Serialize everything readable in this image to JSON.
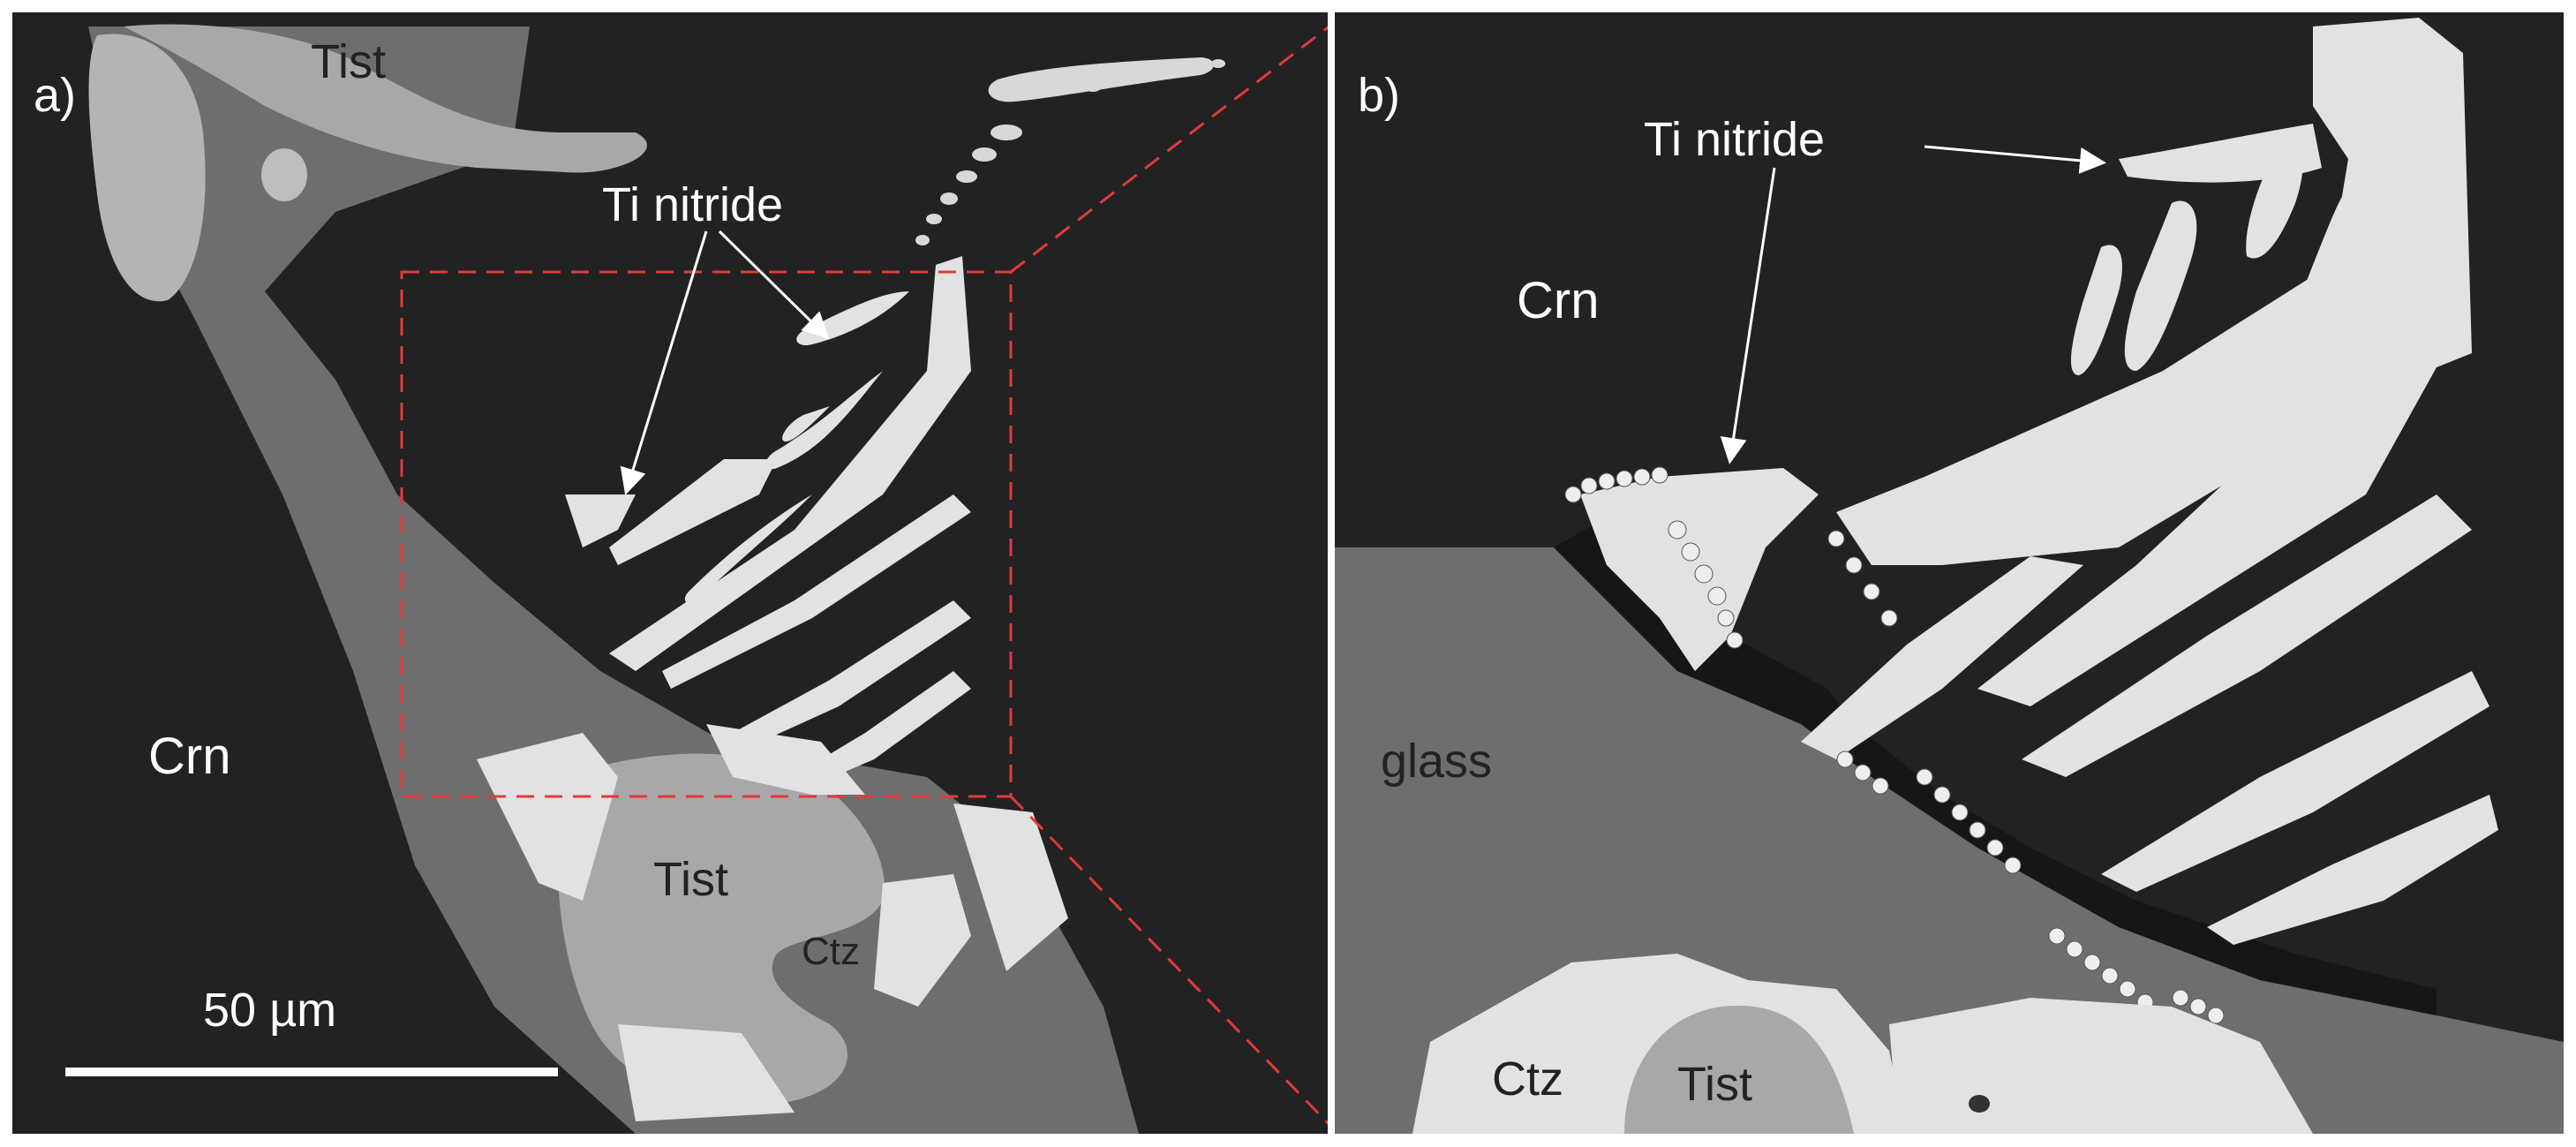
{
  "panels": {
    "a": {
      "label": "a)",
      "phases": {
        "tist_top": "Tist",
        "tist_bottom": "Tist",
        "crn": "Crn",
        "ctz": "Ctz",
        "ti_nitride": "Ti nitride"
      },
      "scale_bar": {
        "text": "50 µm"
      }
    },
    "b": {
      "label": "b)",
      "phases": {
        "crn": "Crn",
        "glass": "glass",
        "ctz": "Ctz",
        "tist": "Tist",
        "ti_nitride": "Ti nitride"
      }
    }
  },
  "colors": {
    "crn_background": "#222222",
    "glass": "#6e6e6e",
    "tist": "#a8a8a8",
    "bright_phase": "#e2e2e2",
    "annotation_red": "#e23a3a",
    "text_light": "#ffffff",
    "text_dark": "#222222"
  }
}
